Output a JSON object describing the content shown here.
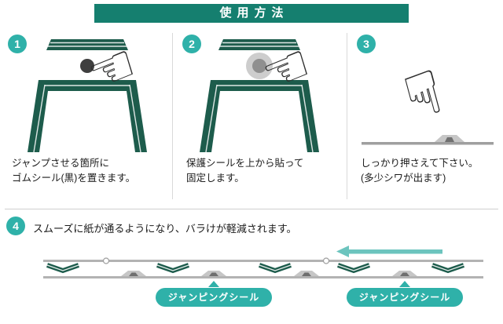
{
  "title": "使用方法",
  "steps": [
    {
      "number": "1",
      "caption": [
        "ジャンプさせる箇所に",
        "ゴムシール(黒)を置きます。"
      ]
    },
    {
      "number": "2",
      "caption": [
        "保護シールを上から貼って",
        "固定します。"
      ]
    },
    {
      "number": "3",
      "caption": [
        "しっかり押さえて下さい。",
        "(多少シワが出ます)"
      ]
    },
    {
      "number": "4",
      "caption": "スムーズに紙が通るようになり、バラけが軽減されます。"
    }
  ],
  "diagram": {
    "labels": [
      "ジャンピングシール",
      "ジャンピングシール"
    ]
  },
  "icons": {
    "pointing_hand_left": "☜",
    "pointing_hand_down": "☟"
  },
  "colors": {
    "header_teal": "#157f6f",
    "accent_teal": "#2fb1a9",
    "arrow_teal": "#6cc4be",
    "illustration_green": "#1d5c4c",
    "rubber_seal_black": "#3f3f3f",
    "protective_seal_gray": "#cdcdcd",
    "rail_gray": "#b3b3b3"
  }
}
